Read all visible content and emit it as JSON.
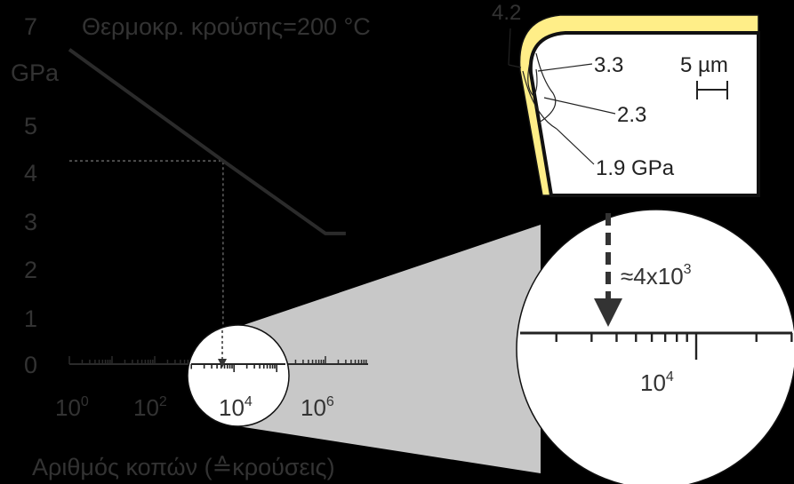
{
  "chart": {
    "annotation": "Θερμοκρ. κρούσης=200 °C",
    "ylabel": "GPa",
    "xlabel": "Αριθμός κοπών (≙κρούσεις)",
    "yticks": [
      "0",
      "1",
      "2",
      "3",
      "4",
      "5",
      "7"
    ],
    "xticks": [
      {
        "base": "10",
        "exp": "0"
      },
      {
        "base": "10",
        "exp": "2"
      },
      {
        "base": "10",
        "exp": "4"
      },
      {
        "base": "10",
        "exp": "6"
      }
    ]
  },
  "chart_data": {
    "type": "line",
    "title": "",
    "xlabel": "Αριθμός κοπών (≙κρούσεις)",
    "ylabel": "GPa",
    "x_scale": "log",
    "xlim": [
      1,
      10000000
    ],
    "ylim": [
      0,
      7
    ],
    "series": [
      {
        "points": [
          {
            "x": 1,
            "y": 6.5
          },
          {
            "x": 4000,
            "y": 4.2
          },
          {
            "x": 1000000,
            "y": 2.7
          },
          {
            "x": 3000000,
            "y": 2.7
          }
        ]
      }
    ],
    "reference_point": {
      "x": 4000,
      "y": 4.2
    }
  },
  "zoom": {
    "label_base": "≈4x10",
    "label_exp": "3",
    "tick_base": "10",
    "tick_exp": "4"
  },
  "tool": {
    "labels": [
      "4.2",
      "3.3",
      "2.3",
      "1.9 GPa"
    ],
    "scale": "5 µm"
  },
  "colors": {
    "background": "#000000",
    "axis": "#2b2b2b",
    "text": "#333333",
    "line": "#2b2b2b",
    "coating": "#ffee88",
    "magnifier": "#ffffff",
    "cone": "#c8c8c8"
  }
}
